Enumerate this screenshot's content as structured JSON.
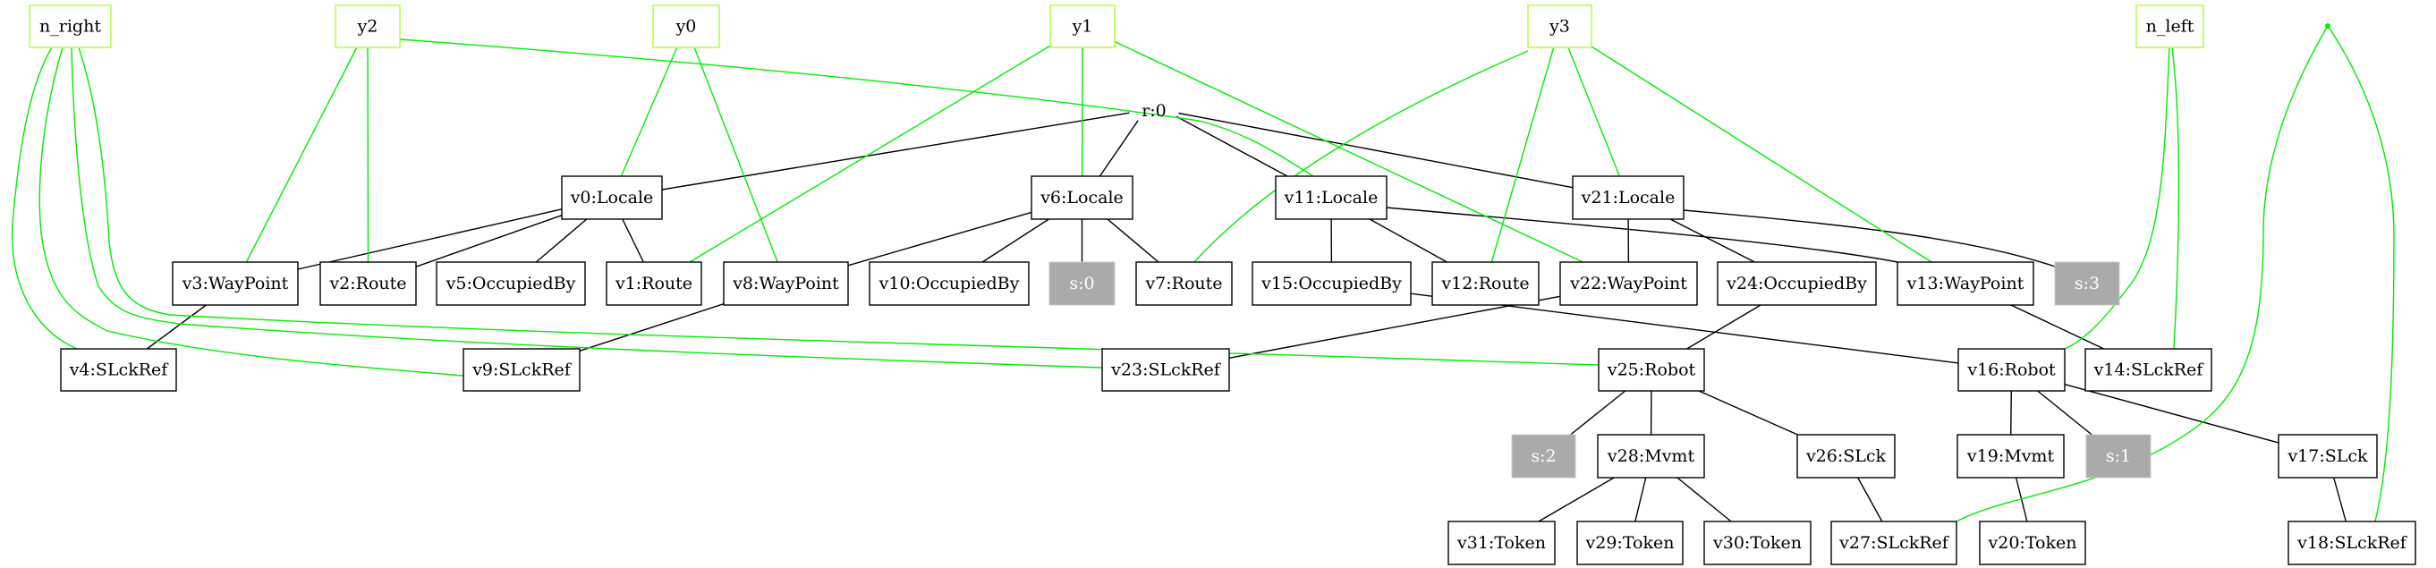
{
  "graph": {
    "title": "",
    "colors": {
      "structure_edge": "#000000",
      "mapping_edge": "#00ee00",
      "anchor_border": "#adff2f",
      "sentinel_fill": "#aaaaaa",
      "sentinel_text": "#ffffff"
    },
    "nodes": [
      {
        "id": "n_right",
        "label": "n_right",
        "kind": "anchor"
      },
      {
        "id": "y2",
        "label": "y2",
        "kind": "anchor"
      },
      {
        "id": "y0",
        "label": "y0",
        "kind": "anchor"
      },
      {
        "id": "y1",
        "label": "y1",
        "kind": "anchor"
      },
      {
        "id": "y3",
        "label": "y3",
        "kind": "anchor"
      },
      {
        "id": "n_left",
        "label": "n_left",
        "kind": "anchor"
      },
      {
        "id": "pt",
        "label": "",
        "kind": "point"
      },
      {
        "id": "r0",
        "label": "r:0",
        "kind": "plain"
      },
      {
        "id": "v0",
        "label": "v0:Locale",
        "kind": "box"
      },
      {
        "id": "v6",
        "label": "v6:Locale",
        "kind": "box"
      },
      {
        "id": "v11",
        "label": "v11:Locale",
        "kind": "box"
      },
      {
        "id": "v21",
        "label": "v21:Locale",
        "kind": "box"
      },
      {
        "id": "v3",
        "label": "v3:WayPoint",
        "kind": "box"
      },
      {
        "id": "v2",
        "label": "v2:Route",
        "kind": "box"
      },
      {
        "id": "v5",
        "label": "v5:OccupiedBy",
        "kind": "box"
      },
      {
        "id": "v1",
        "label": "v1:Route",
        "kind": "box"
      },
      {
        "id": "v8",
        "label": "v8:WayPoint",
        "kind": "box"
      },
      {
        "id": "v10",
        "label": "v10:OccupiedBy",
        "kind": "box"
      },
      {
        "id": "s0",
        "label": "s:0",
        "kind": "sentinel"
      },
      {
        "id": "v7",
        "label": "v7:Route",
        "kind": "box"
      },
      {
        "id": "v15",
        "label": "v15:OccupiedBy",
        "kind": "box"
      },
      {
        "id": "v12",
        "label": "v12:Route",
        "kind": "box"
      },
      {
        "id": "v22",
        "label": "v22:WayPoint",
        "kind": "box"
      },
      {
        "id": "v24",
        "label": "v24:OccupiedBy",
        "kind": "box"
      },
      {
        "id": "v13",
        "label": "v13:WayPoint",
        "kind": "box"
      },
      {
        "id": "s3",
        "label": "s:3",
        "kind": "sentinel"
      },
      {
        "id": "v4",
        "label": "v4:SLckRef",
        "kind": "box"
      },
      {
        "id": "v9",
        "label": "v9:SLckRef",
        "kind": "box"
      },
      {
        "id": "v23",
        "label": "v23:SLckRef",
        "kind": "box"
      },
      {
        "id": "v25",
        "label": "v25:Robot",
        "kind": "box"
      },
      {
        "id": "v16",
        "label": "v16:Robot",
        "kind": "box"
      },
      {
        "id": "v14",
        "label": "v14:SLckRef",
        "kind": "box"
      },
      {
        "id": "s2",
        "label": "s:2",
        "kind": "sentinel"
      },
      {
        "id": "v28",
        "label": "v28:Mvmt",
        "kind": "box"
      },
      {
        "id": "v26",
        "label": "v26:SLck",
        "kind": "box"
      },
      {
        "id": "v19",
        "label": "v19:Mvmt",
        "kind": "box"
      },
      {
        "id": "s1",
        "label": "s:1",
        "kind": "sentinel"
      },
      {
        "id": "v17",
        "label": "v17:SLck",
        "kind": "box"
      },
      {
        "id": "v31",
        "label": "v31:Token",
        "kind": "box"
      },
      {
        "id": "v29",
        "label": "v29:Token",
        "kind": "box"
      },
      {
        "id": "v30",
        "label": "v30:Token",
        "kind": "box"
      },
      {
        "id": "v27",
        "label": "v27:SLckRef",
        "kind": "box"
      },
      {
        "id": "v20",
        "label": "v20:Token",
        "kind": "box"
      },
      {
        "id": "v18",
        "label": "v18:SLckRef",
        "kind": "box"
      }
    ],
    "edges": [
      {
        "from": "r0",
        "to": "v0",
        "type": "structure"
      },
      {
        "from": "r0",
        "to": "v6",
        "type": "structure"
      },
      {
        "from": "r0",
        "to": "v11",
        "type": "structure"
      },
      {
        "from": "r0",
        "to": "v21",
        "type": "structure"
      },
      {
        "from": "v0",
        "to": "v3",
        "type": "structure"
      },
      {
        "from": "v0",
        "to": "v2",
        "type": "structure"
      },
      {
        "from": "v0",
        "to": "v5",
        "type": "structure"
      },
      {
        "from": "v0",
        "to": "v1",
        "type": "structure"
      },
      {
        "from": "v6",
        "to": "v8",
        "type": "structure"
      },
      {
        "from": "v6",
        "to": "v10",
        "type": "structure"
      },
      {
        "from": "v6",
        "to": "s0",
        "type": "structure"
      },
      {
        "from": "v6",
        "to": "v7",
        "type": "structure"
      },
      {
        "from": "v11",
        "to": "v15",
        "type": "structure"
      },
      {
        "from": "v11",
        "to": "v12",
        "type": "structure"
      },
      {
        "from": "v11",
        "to": "v13",
        "type": "structure"
      },
      {
        "from": "v21",
        "to": "v22",
        "type": "structure"
      },
      {
        "from": "v21",
        "to": "v24",
        "type": "structure"
      },
      {
        "from": "v21",
        "to": "s3",
        "type": "structure"
      },
      {
        "from": "v3",
        "to": "v4",
        "type": "structure"
      },
      {
        "from": "v8",
        "to": "v9",
        "type": "structure"
      },
      {
        "from": "v22",
        "to": "v23",
        "type": "structure"
      },
      {
        "from": "v24",
        "to": "v25",
        "type": "structure"
      },
      {
        "from": "v15",
        "to": "v16",
        "type": "structure"
      },
      {
        "from": "v13",
        "to": "v14",
        "type": "structure"
      },
      {
        "from": "v25",
        "to": "s2",
        "type": "structure"
      },
      {
        "from": "v25",
        "to": "v28",
        "type": "structure"
      },
      {
        "from": "v25",
        "to": "v26",
        "type": "structure"
      },
      {
        "from": "v16",
        "to": "v19",
        "type": "structure"
      },
      {
        "from": "v16",
        "to": "s1",
        "type": "structure"
      },
      {
        "from": "v16",
        "to": "v17",
        "type": "structure"
      },
      {
        "from": "v28",
        "to": "v31",
        "type": "structure"
      },
      {
        "from": "v28",
        "to": "v29",
        "type": "structure"
      },
      {
        "from": "v28",
        "to": "v30",
        "type": "structure"
      },
      {
        "from": "v26",
        "to": "v27",
        "type": "structure"
      },
      {
        "from": "v19",
        "to": "v20",
        "type": "structure"
      },
      {
        "from": "v17",
        "to": "v18",
        "type": "structure"
      },
      {
        "from": "n_right",
        "to": "v4",
        "type": "mapping"
      },
      {
        "from": "n_right",
        "to": "v9",
        "type": "mapping"
      },
      {
        "from": "n_right",
        "to": "v23",
        "type": "mapping"
      },
      {
        "from": "n_right",
        "to": "v25",
        "type": "mapping"
      },
      {
        "from": "y2",
        "to": "v3",
        "type": "mapping"
      },
      {
        "from": "y2",
        "to": "v2",
        "type": "mapping"
      },
      {
        "from": "y2",
        "to": "v11",
        "type": "mapping"
      },
      {
        "from": "y0",
        "to": "v0",
        "type": "mapping"
      },
      {
        "from": "y0",
        "to": "v8",
        "type": "mapping"
      },
      {
        "from": "y1",
        "to": "v1",
        "type": "mapping"
      },
      {
        "from": "y1",
        "to": "v6",
        "type": "mapping"
      },
      {
        "from": "y1",
        "to": "v22",
        "type": "mapping"
      },
      {
        "from": "y3",
        "to": "v7",
        "type": "mapping"
      },
      {
        "from": "y3",
        "to": "v12",
        "type": "mapping"
      },
      {
        "from": "y3",
        "to": "v21",
        "type": "mapping"
      },
      {
        "from": "y3",
        "to": "v13",
        "type": "mapping"
      },
      {
        "from": "n_left",
        "to": "v16",
        "type": "mapping"
      },
      {
        "from": "n_left",
        "to": "v14",
        "type": "mapping"
      },
      {
        "from": "pt",
        "to": "v27",
        "type": "mapping"
      },
      {
        "from": "pt",
        "to": "v18",
        "type": "mapping"
      }
    ]
  }
}
